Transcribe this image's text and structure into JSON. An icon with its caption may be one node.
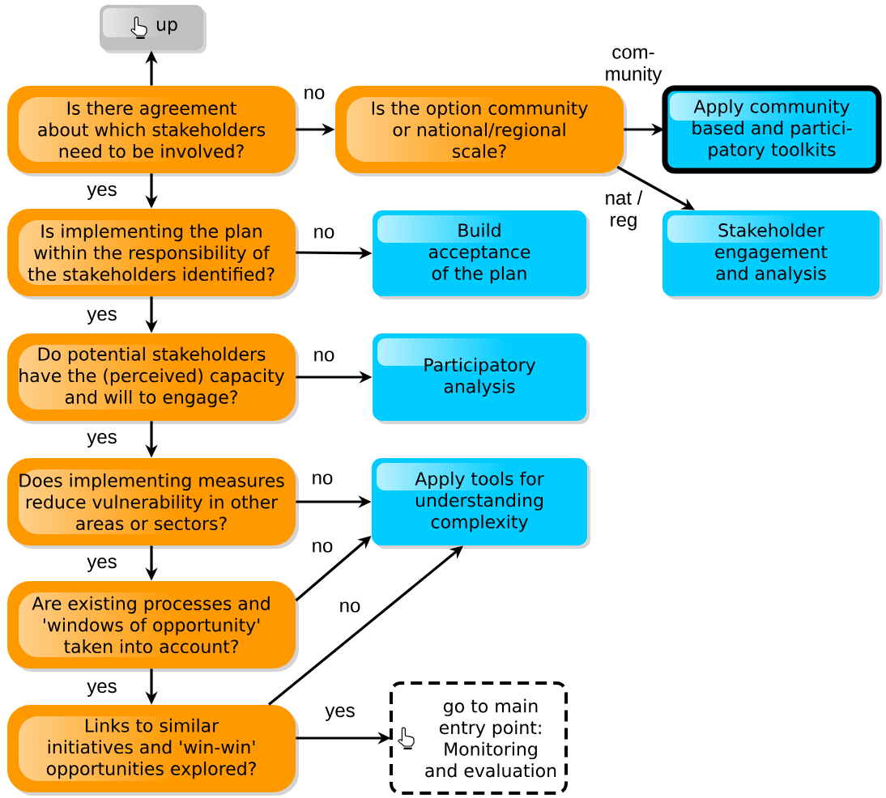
{
  "diagram": {
    "nodes": [
      {
        "text": [
          "up"
        ]
      },
      {
        "text": [
          "Is there agreement about which stakeholders need to be involved?"
        ]
      },
      {
        "text": [
          "Is the option community or national/regional scale?"
        ]
      },
      {
        "text": [
          "Apply community based and partici- patory toolkits"
        ]
      },
      {
        "text": [
          "Is implementing the plan within the responsibility of the stakeholders identified?"
        ]
      },
      {
        "text": [
          "Build acceptance of the plan"
        ]
      },
      {
        "text": [
          "Stakeholder engagement and analysis"
        ]
      },
      {
        "text": [
          "Do potential stakeholders have the (perceived) capacity and will to engage?"
        ]
      },
      {
        "text": [
          "Participatory analysis"
        ]
      },
      {
        "text": [
          "Does implementing measures reduce vulnerability in other areas or sectors?"
        ]
      },
      {
        "text": [
          "Apply tools for understanding complexity"
        ]
      },
      {
        "text": [
          "Are existing processes and 'windows of opportunity' taken into account?"
        ]
      },
      {
        "text": [
          "Links to similar initiatives and 'win-win' opportunities explored?"
        ]
      },
      {
        "text": [
          "go to main entry point: Monitoring and evaluation"
        ]
      }
    ],
    "edges": [
      {
        "from": 1,
        "to": 0,
        "arrow": "to"
      },
      {
        "from": 1,
        "to": 2,
        "arrow": "to",
        "label": "no"
      },
      {
        "from": 1,
        "to": 4,
        "arrow": "to",
        "label": "yes"
      },
      {
        "from": 2,
        "to": 3,
        "arrow": "to",
        "label": "com- munity"
      },
      {
        "from": 2,
        "to": 6,
        "arrow": "to",
        "label": "nat / reg"
      },
      {
        "from": 4,
        "to": 5,
        "arrow": "to",
        "label": "no"
      },
      {
        "from": 4,
        "to": 7,
        "arrow": "to",
        "label": "yes"
      },
      {
        "from": 7,
        "to": 8,
        "arrow": "to",
        "label": "no"
      },
      {
        "from": 7,
        "to": 9,
        "arrow": "to",
        "label": "yes"
      },
      {
        "from": 9,
        "to": 10,
        "arrow": "to",
        "label": "no"
      },
      {
        "from": 9,
        "to": 11,
        "arrow": "to",
        "label": "yes"
      },
      {
        "from": 11,
        "to": 10,
        "arrow": "to",
        "label": "no"
      },
      {
        "from": 11,
        "to": 12,
        "arrow": "to",
        "label": "yes"
      },
      {
        "from": 12,
        "to": 10,
        "arrow": "to",
        "label": "no"
      },
      {
        "from": 12,
        "to": 13,
        "arrow": "to",
        "label": "yes"
      }
    ]
  }
}
